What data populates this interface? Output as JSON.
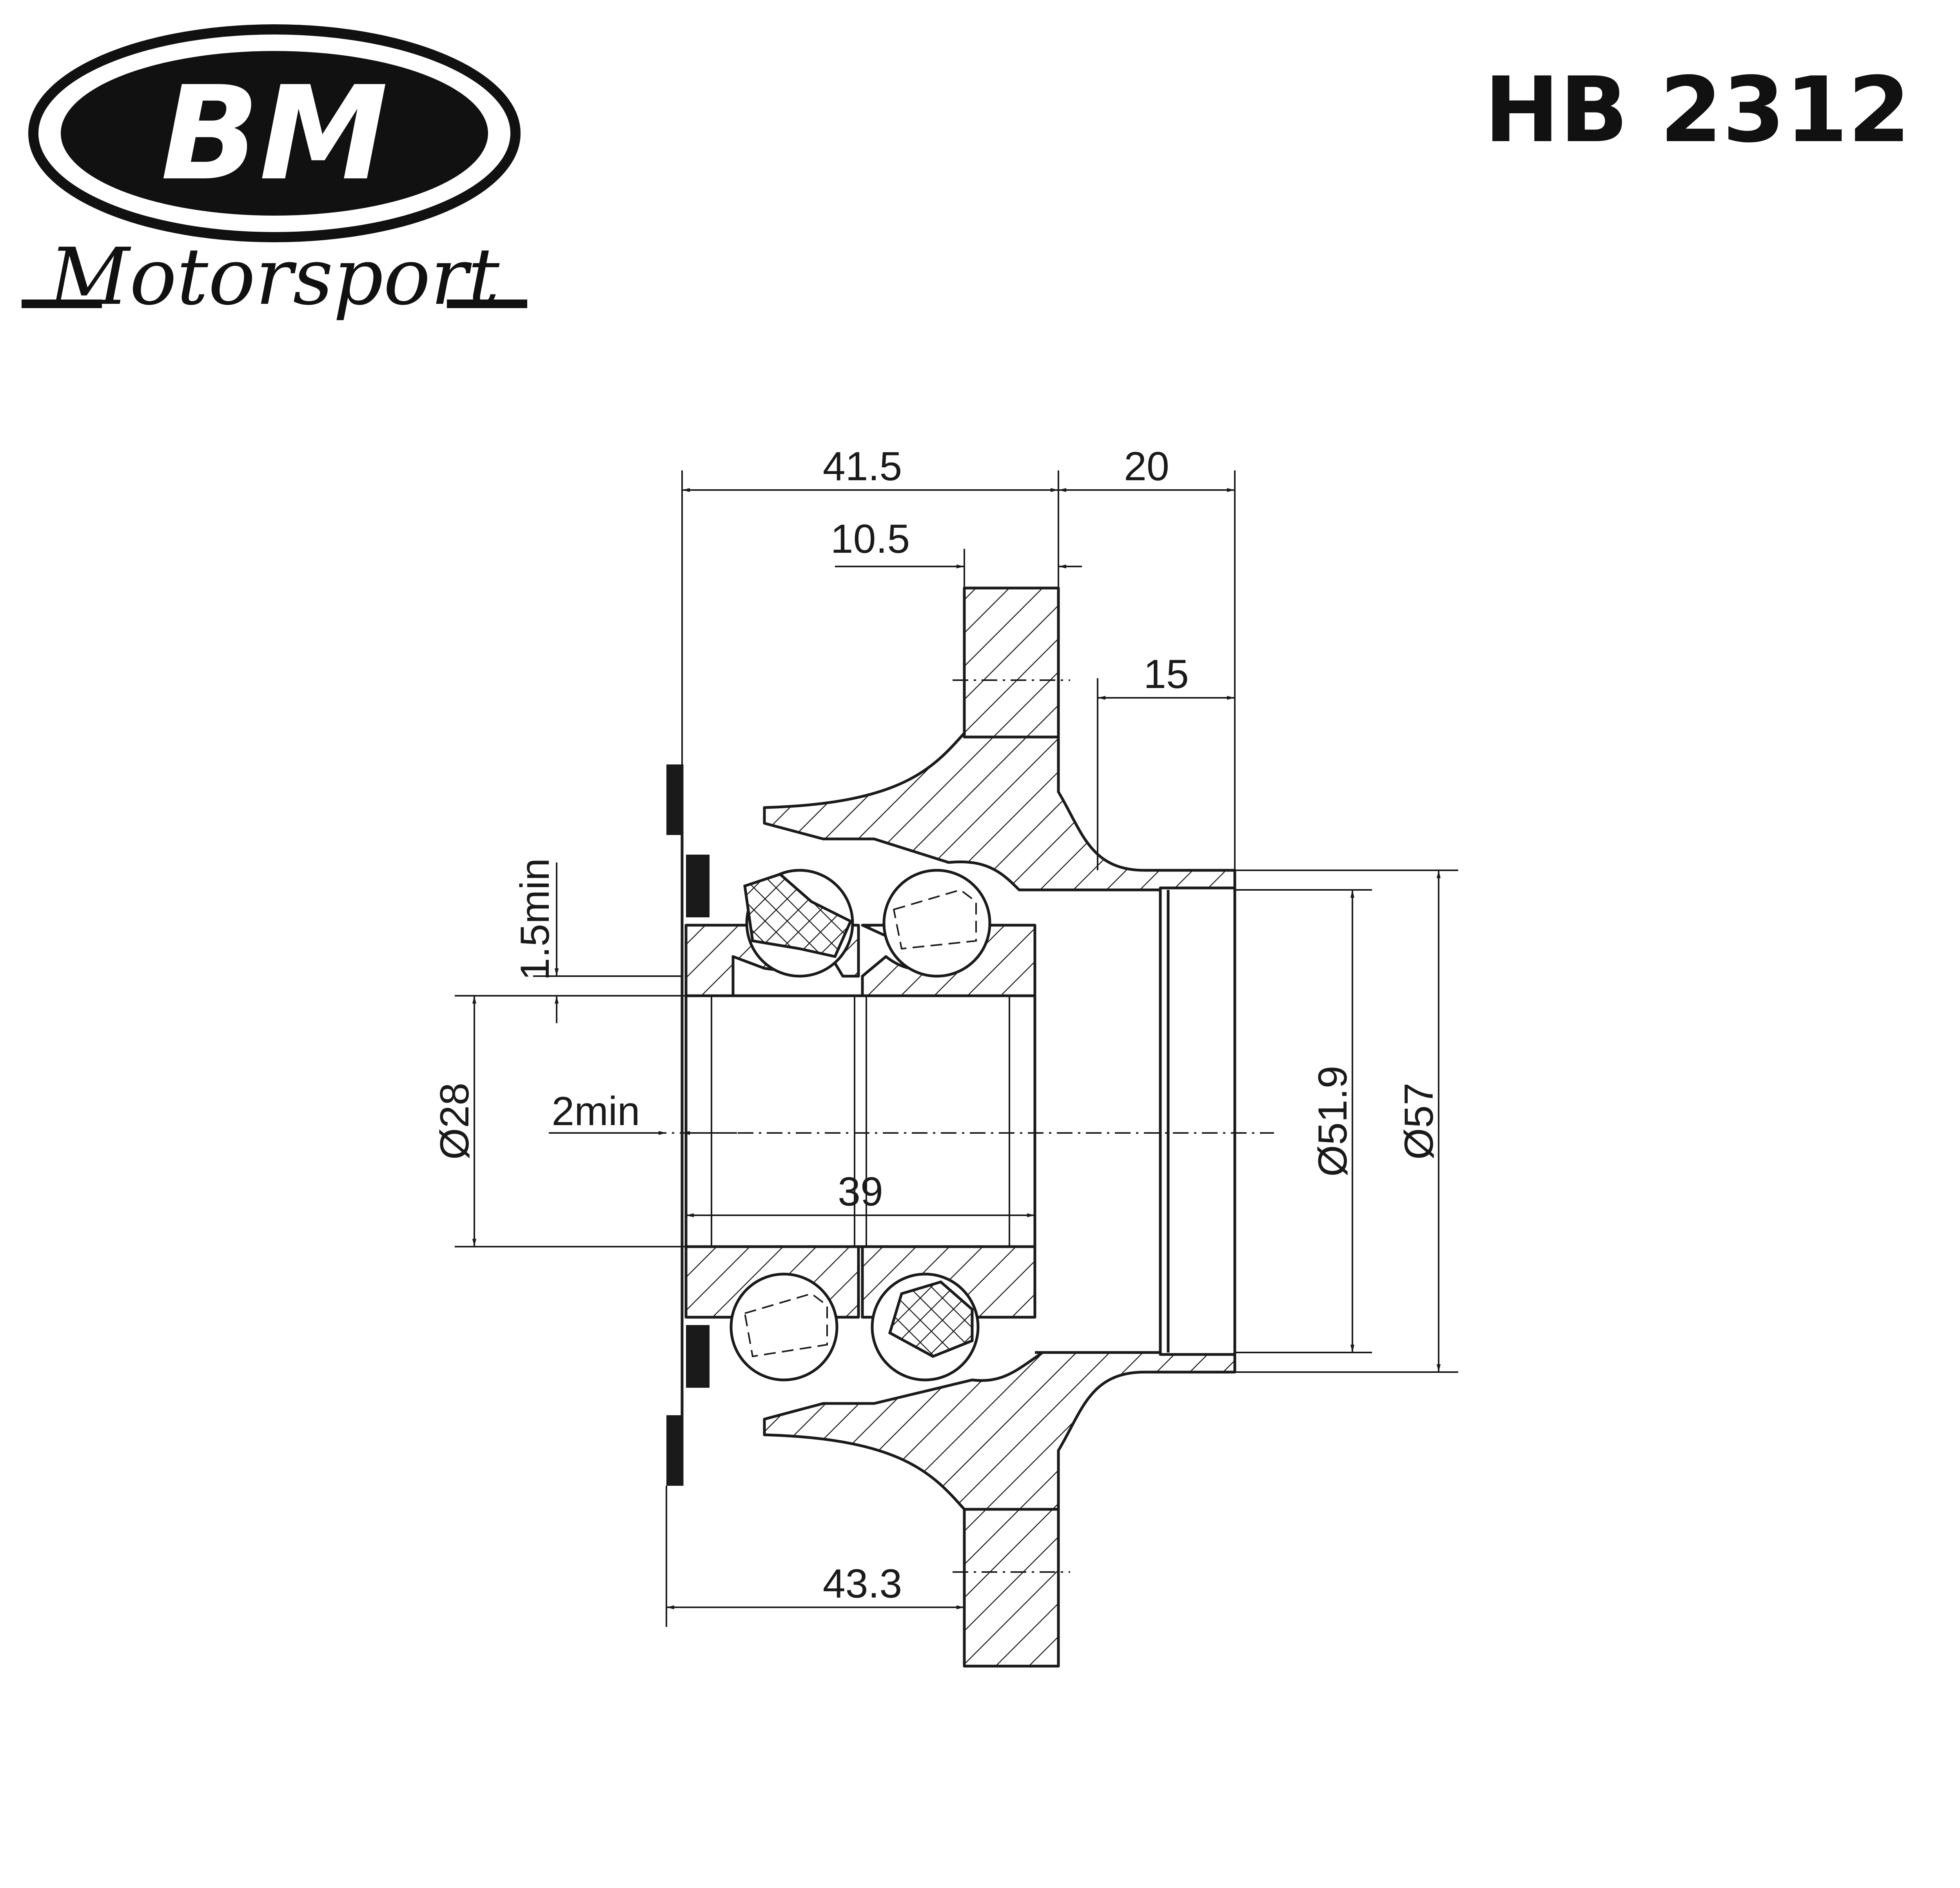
{
  "brand": {
    "logo_text": "BM",
    "tagline": "Motorsport"
  },
  "part_number": "HB 2312",
  "dimensions": {
    "flange_to_face": "41.5",
    "pilot_length": "20",
    "flange_thickness": "10.5",
    "pilot_step": "15",
    "seal_clearance": "1.5min",
    "bore_diameter": "Ø28",
    "axial_clearance": "2min",
    "bearing_width": "39",
    "pilot_inner_diameter": "Ø51.9",
    "pilot_outer_diameter": "Ø57",
    "overall_to_flange": "43.3"
  },
  "colors": {
    "line": "#1a1a1a",
    "background": "#ffffff"
  }
}
